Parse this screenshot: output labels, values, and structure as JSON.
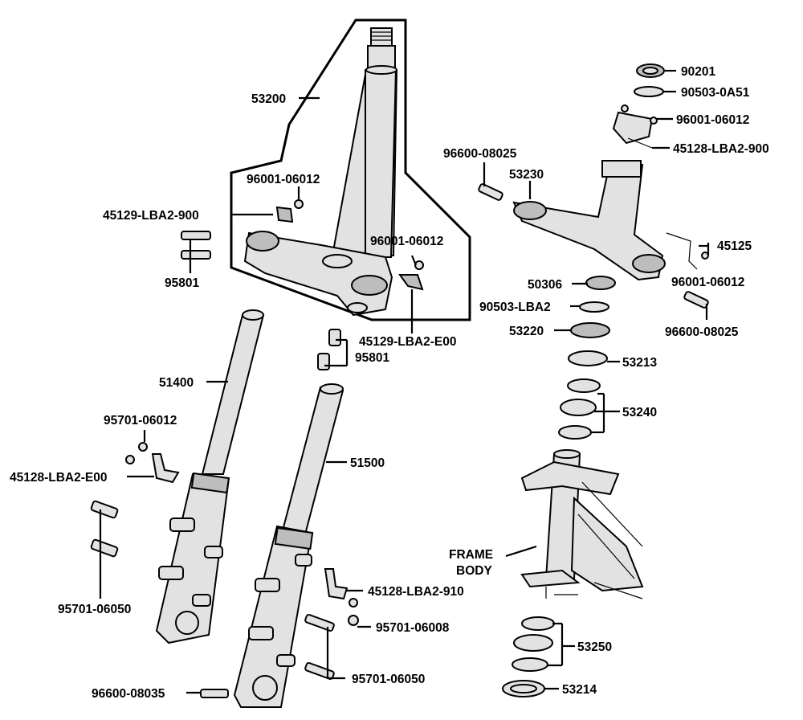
{
  "labels": {
    "l53200": "53200",
    "l96001_a": "96001-06012",
    "l45129_900": "45129-LBA2-900",
    "l96001_b": "96001-06012",
    "l95801_a": "95801",
    "l45129_e00": "45129-LBA2-E00",
    "l95801_b": "95801",
    "l51400": "51400",
    "l95701_06012": "95701-06012",
    "l45128_e00": "45128-LBA2-E00",
    "l51500": "51500",
    "l95701_06050_a": "95701-06050",
    "l45128_910": "45128-LBA2-910",
    "l95701_06008": "95701-06008",
    "l95701_06050_b": "95701-06050",
    "l96600_08035": "96600-08035",
    "l90201": "90201",
    "l90503_0a51": "90503-0A51",
    "l96001_c": "96001-06012",
    "l45128_900": "45128-LBA2-900",
    "l96600_08025_a": "96600-08025",
    "l53230": "53230",
    "l45125": "45125",
    "l96001_d": "96001-06012",
    "l96600_08025_b": "96600-08025",
    "l50306": "50306",
    "l90503_lba2": "90503-LBA2",
    "l53220": "53220",
    "l53213": "53213",
    "l53240": "53240",
    "l_frame_1": "FRAME",
    "l_frame_2": "BODY",
    "l53250": "53250",
    "l53214": "53214"
  }
}
